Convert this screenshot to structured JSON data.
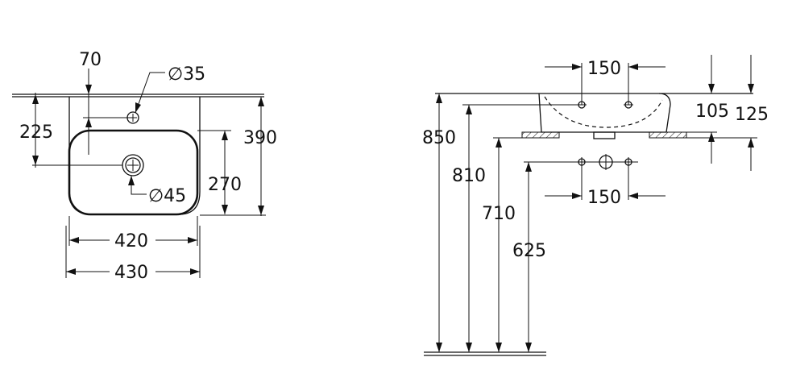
{
  "plan_view": {
    "dim_tap_offset": "70",
    "dim_tap_hole": "∅35",
    "dim_tap_depth": "225",
    "dim_total_depth": "390",
    "dim_bowl_depth": "270",
    "dim_drain": "∅45",
    "dim_bowl_width": "420",
    "dim_total_width": "430"
  },
  "side_view": {
    "dim_top_spacing": "150",
    "dim_bottom_spacing": "150",
    "dim_bowl_height": "105",
    "dim_total_height": "125",
    "dim_height_850": "850",
    "dim_height_810": "810",
    "dim_height_710": "710",
    "dim_height_625": "625"
  }
}
